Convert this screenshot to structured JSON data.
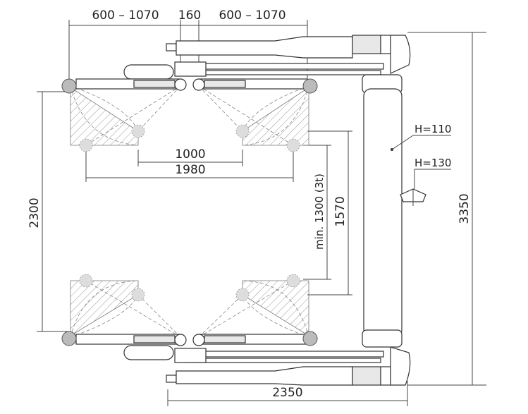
{
  "dimensions": {
    "top_left_range": "600  –  1070",
    "top_center": "160",
    "top_right_range": "600  –  1070",
    "arm_span_inner": "1000",
    "arm_span_outer": "1980",
    "height_left": "2300",
    "min_clearance": "min. 1300 (3t)",
    "inner_width": "1570",
    "overall_height": "3350",
    "overall_width": "2350"
  },
  "labels": {
    "h110": "H=110",
    "h130": "H=130"
  }
}
